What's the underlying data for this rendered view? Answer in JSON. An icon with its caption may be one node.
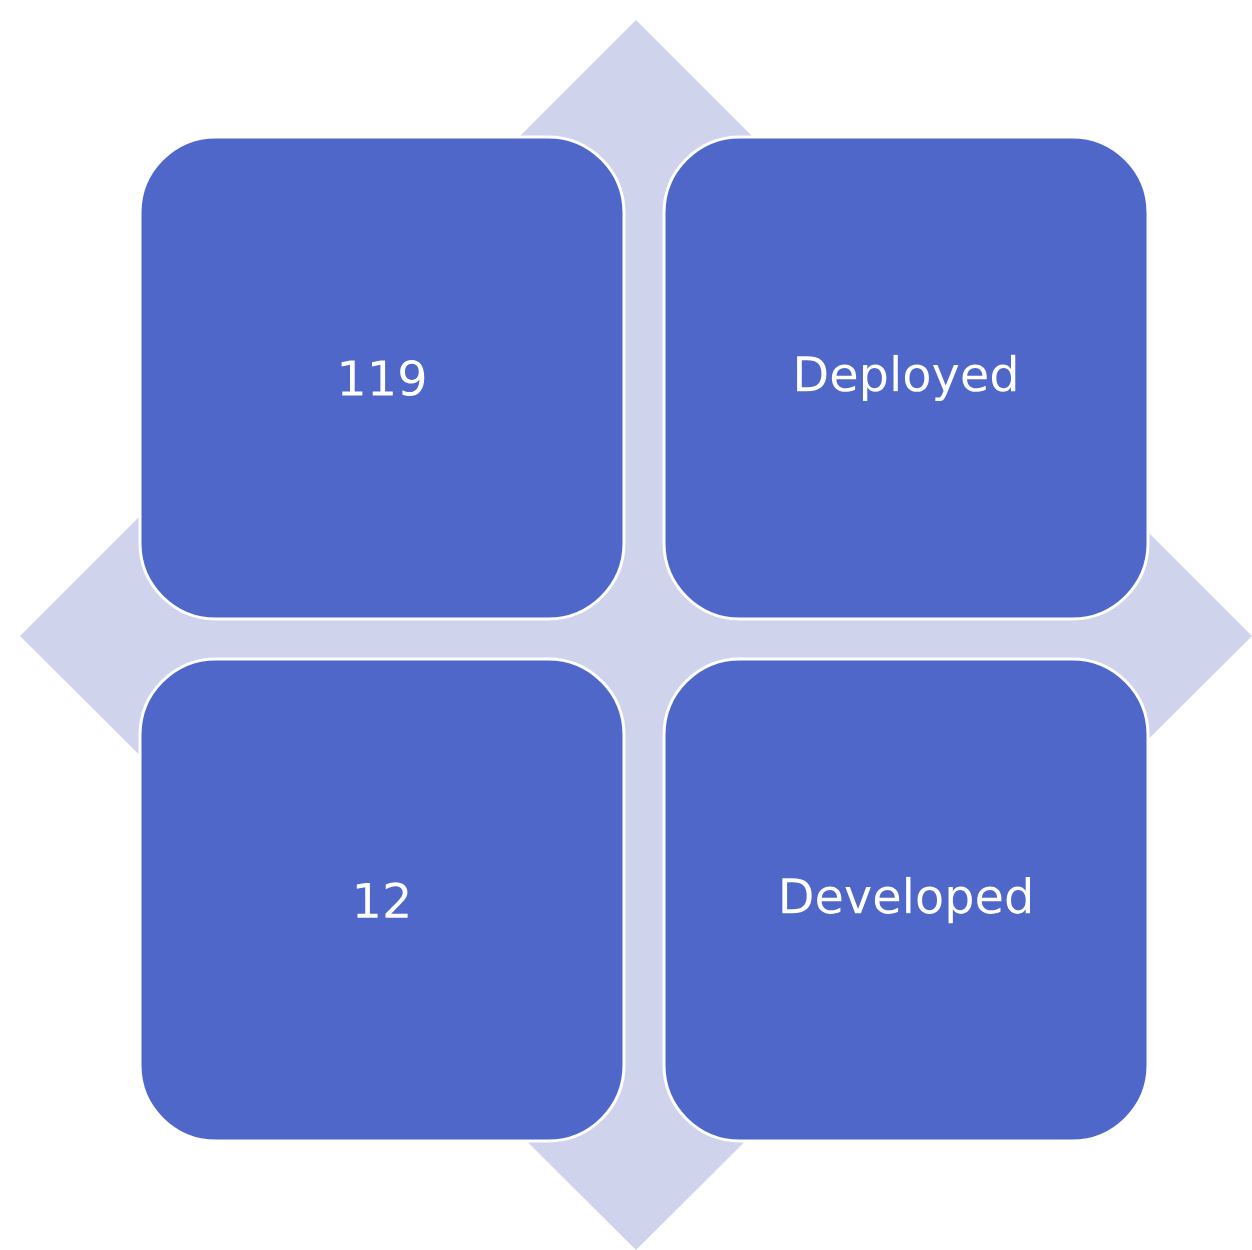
{
  "diagram": {
    "nodes": [
      {
        "text": [
          "119"
        ]
      },
      {
        "text": [
          "Deployed"
        ]
      },
      {
        "text": [
          "12"
        ]
      },
      {
        "text": [
          "Developed"
        ]
      }
    ]
  }
}
